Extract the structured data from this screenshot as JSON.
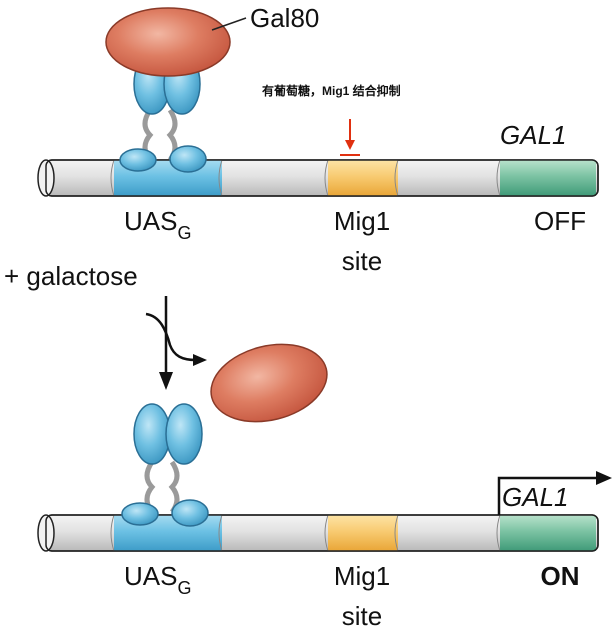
{
  "top_panel": {
    "gal80_label": "Gal80",
    "glucose_note": "有葡萄糖，Mig1 结合抑制",
    "gene_label": "GAL1",
    "uas_label": "UAS",
    "uas_subscript": "G",
    "mig1_line1": "Mig1",
    "mig1_line2": "site",
    "state_label": "OFF"
  },
  "transition": {
    "label": "+ galactose"
  },
  "bottom_panel": {
    "gene_label": "GAL1",
    "uas_label": "UAS",
    "uas_subscript": "G",
    "mig1_line1": "Mig1",
    "mig1_line2": "site",
    "state_label": "ON"
  },
  "colors": {
    "dna_gray": "#dcdcdc",
    "uas_blue": "#6cc1e4",
    "mig1_orange": "#f5c05a",
    "gal1_green": "#6fbf9b",
    "gal80_red": "#d9725a",
    "gal4_blue": "#5bb8dc",
    "repress_red": "#e03010"
  }
}
